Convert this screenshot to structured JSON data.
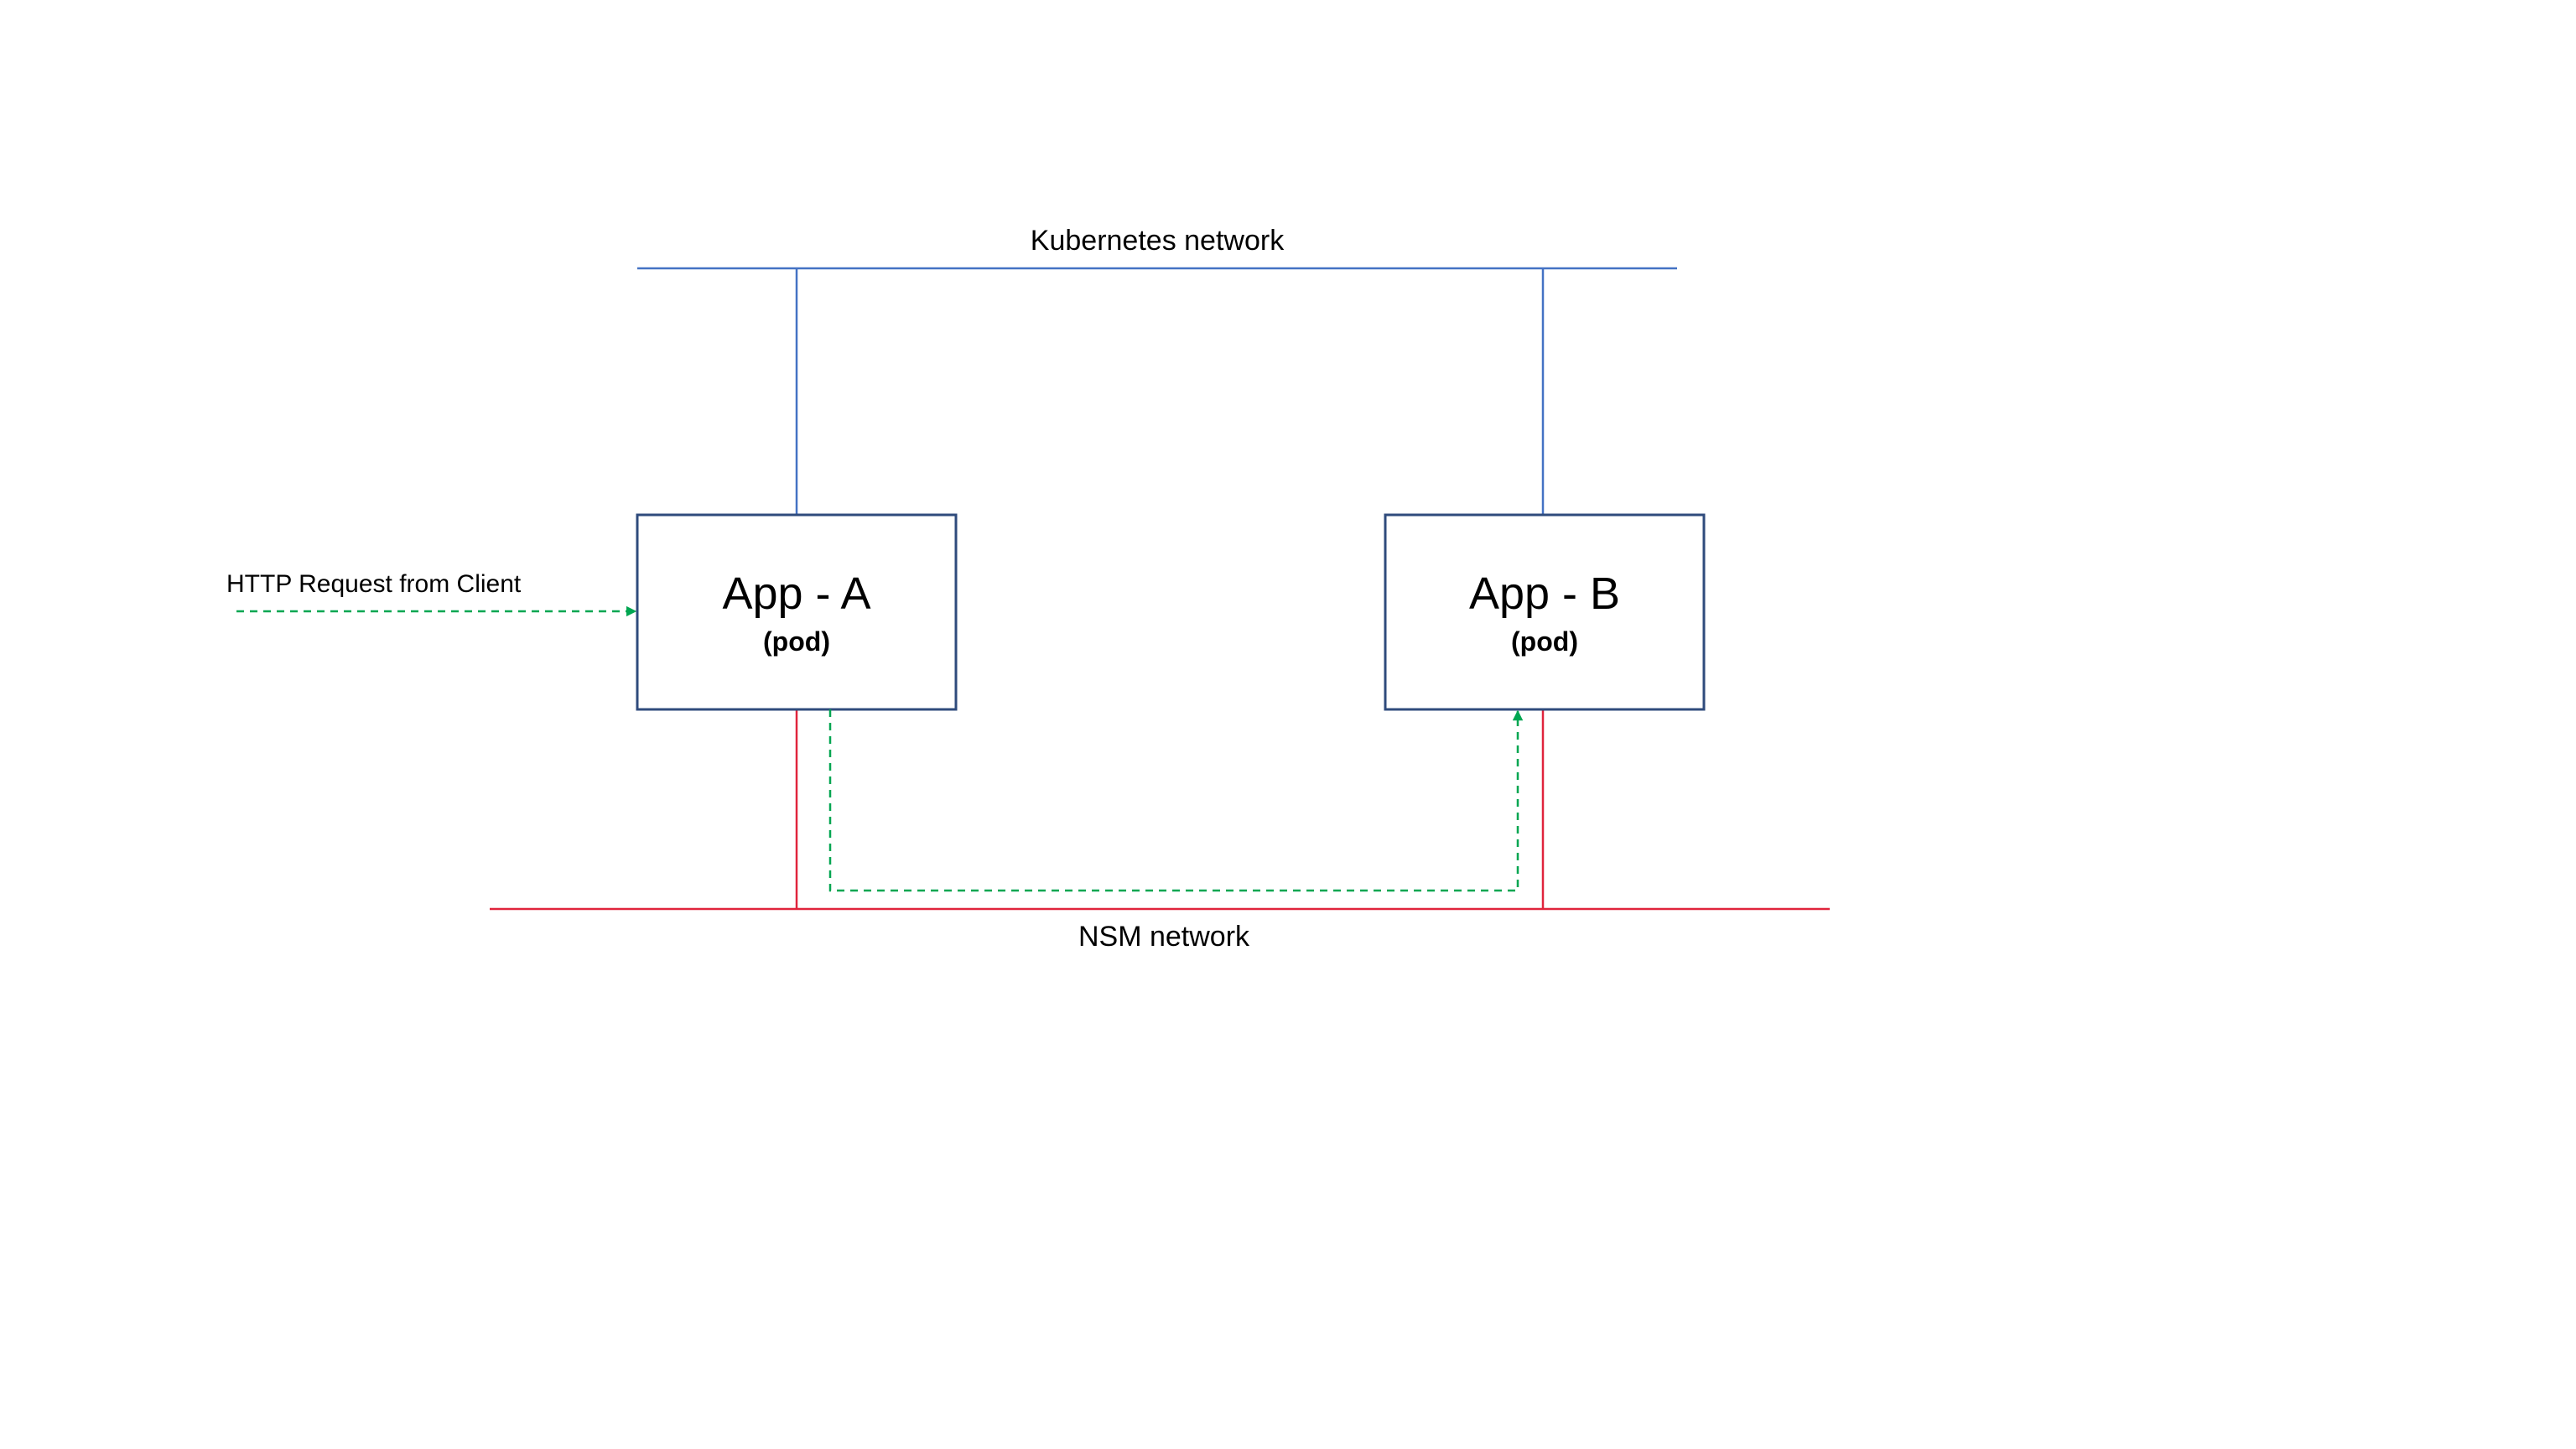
{
  "networks": {
    "kubernetes": {
      "label": "Kubernetes network",
      "color": "#4472C4"
    },
    "nsm": {
      "label": "NSM network",
      "color": "#E0243C"
    }
  },
  "client_request": {
    "label": "HTTP Request from Client",
    "color": "#00A651"
  },
  "pods": {
    "app_a": {
      "title": "App - A",
      "subtitle": "(pod)",
      "border_color": "#2F4B7C"
    },
    "app_b": {
      "title": "App - B",
      "subtitle": "(pod)",
      "border_color": "#2F4B7C"
    }
  },
  "traffic_path": {
    "color": "#00A651",
    "from": "App - A",
    "to": "App - B",
    "via": "NSM network"
  }
}
